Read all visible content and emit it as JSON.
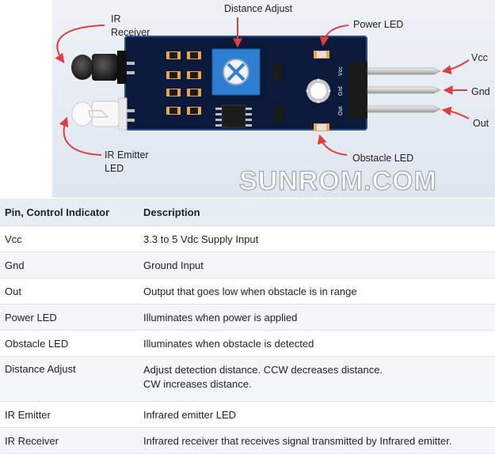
{
  "diagram": {
    "labels": {
      "ir_receiver_line1": "IR",
      "ir_receiver_line2": "Receiver",
      "distance_adjust": "Distance Adjust",
      "power_led": "Power LED",
      "vcc": "Vcc",
      "gnd": "Gnd",
      "out": "Out",
      "obstacle_led": "Obstacle LED",
      "ir_emitter_line1": "IR Emitter",
      "ir_emitter_line2": "LED"
    },
    "pin_labels": {
      "vcc": "Vcc",
      "gnd": "Grd",
      "out": "Out"
    },
    "watermark": "SUNROM.COM",
    "colors": {
      "board": "#0b1a3a",
      "board_edge": "#2b4f86",
      "pot": "#2e7fd1",
      "arrow": "#e23d3d",
      "header": "#1a1a1a"
    }
  },
  "table": {
    "headers": [
      "Pin, Control Indicator",
      "Description"
    ],
    "rows": [
      {
        "name": "Vcc",
        "description": [
          "3.3 to 5 Vdc Supply Input"
        ]
      },
      {
        "name": "Gnd",
        "description": [
          "Ground Input"
        ]
      },
      {
        "name": "Out",
        "description": [
          "Output that goes low when obstacle is in range"
        ]
      },
      {
        "name": "Power LED",
        "description": [
          "Illuminates when power is applied"
        ]
      },
      {
        "name": "Obstacle LED",
        "description": [
          "Illuminates when obstacle is detected"
        ]
      },
      {
        "name": "Distance Adjust",
        "description": [
          "Adjust detection distance. CCW decreases distance.",
          "CW increases distance."
        ]
      },
      {
        "name": "IR Emitter",
        "description": [
          "Infrared emitter LED"
        ]
      },
      {
        "name": "IR Receiver",
        "description": [
          "Infrared receiver that receives signal transmitted by Infrared emitter."
        ]
      }
    ]
  }
}
